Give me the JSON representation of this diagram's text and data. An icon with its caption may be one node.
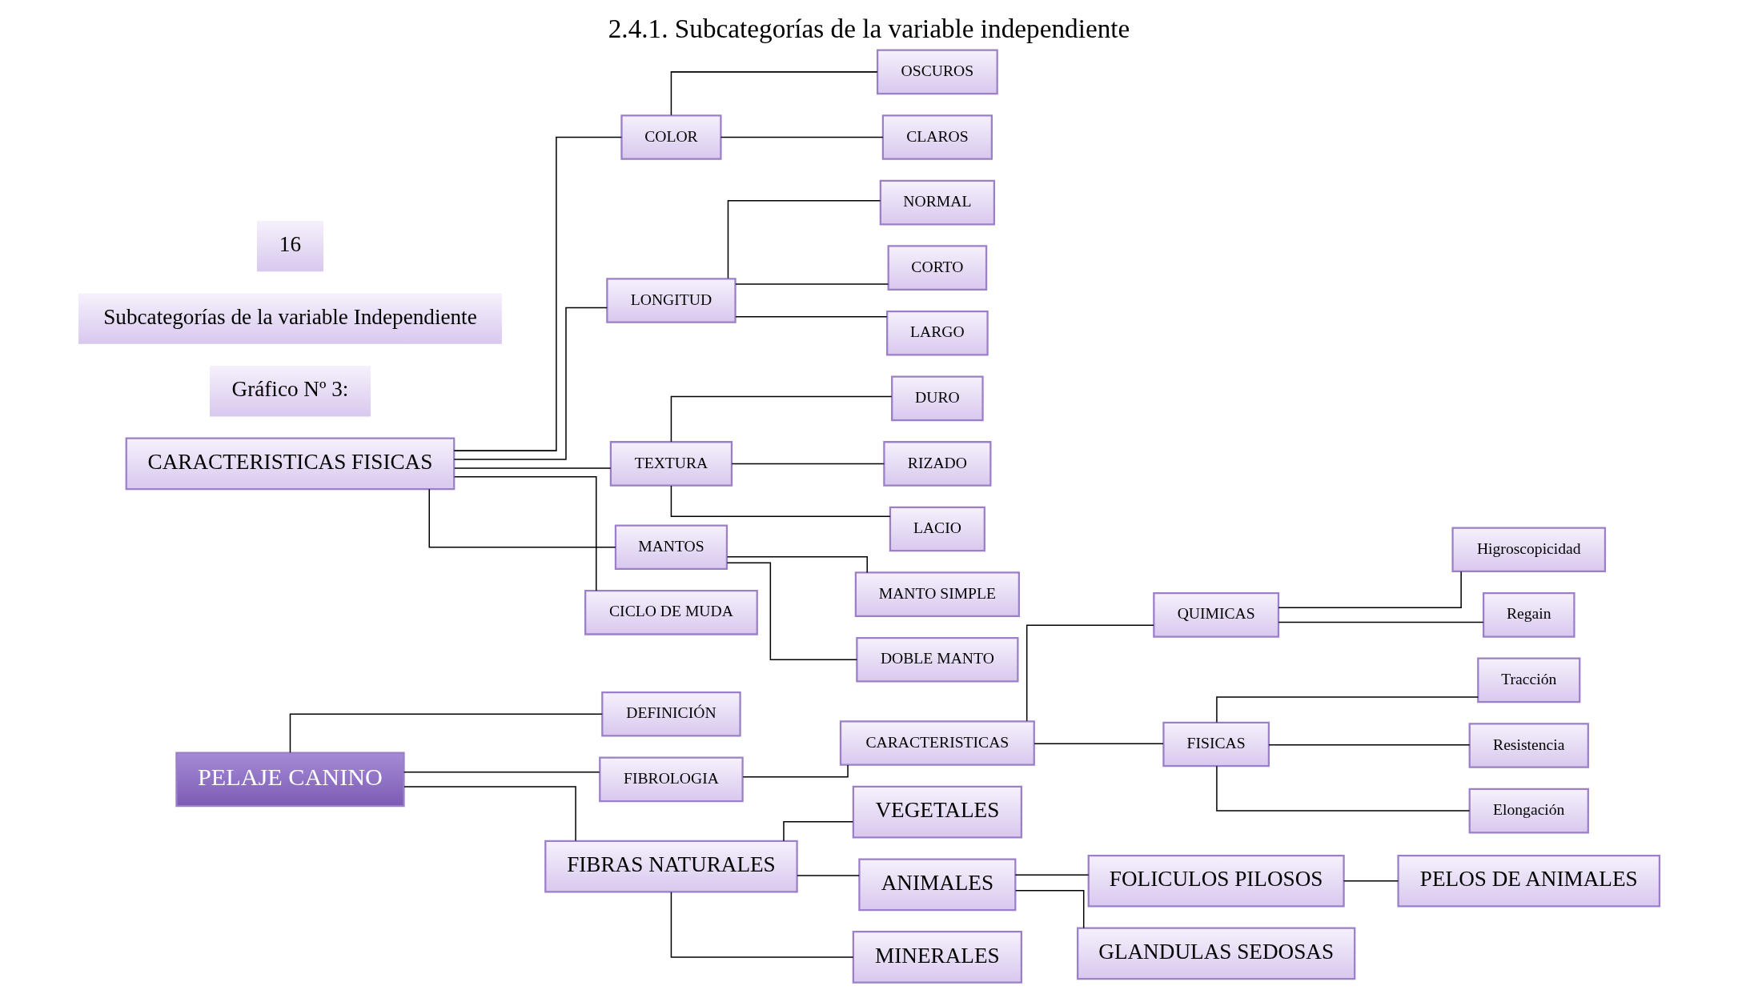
{
  "diagram": {
    "title": "2.4.1. Subcategorías de la variable independiente",
    "nodes": [
      {
        "text": [
          "PELAJE CANINO"
        ]
      },
      {
        "text": [
          "DEFINICIÓN"
        ]
      },
      {
        "text": [
          "FIBROLOGIA"
        ]
      },
      {
        "text": [
          "CARACTERISTICAS"
        ]
      },
      {
        "text": [
          "QUIMICAS"
        ]
      },
      {
        "text": [
          "FISICAS"
        ]
      },
      {
        "text": [
          "Higroscopicidad"
        ]
      },
      {
        "text": [
          "Regain"
        ]
      },
      {
        "text": [
          "Tracción"
        ]
      },
      {
        "text": [
          "Resistencia"
        ]
      },
      {
        "text": [
          "Elongación"
        ]
      },
      {
        "text": [
          "FIBRAS NATURALES"
        ]
      },
      {
        "text": [
          "VEGETALES"
        ]
      },
      {
        "text": [
          "ANIMALES"
        ]
      },
      {
        "text": [
          "MINERALES"
        ]
      },
      {
        "text": [
          "FOLICULOS PILOSOS"
        ]
      },
      {
        "text": [
          "GLANDULAS SEDOSAS"
        ]
      },
      {
        "text": [
          "PELOS DE ANIMALES"
        ]
      },
      {
        "text": [
          "CARACTERISTICAS FISICAS"
        ]
      },
      {
        "text": [
          "COLOR"
        ]
      },
      {
        "text": [
          "OSCUROS"
        ]
      },
      {
        "text": [
          "CLAROS"
        ]
      },
      {
        "text": [
          "LONGITUD"
        ]
      },
      {
        "text": [
          "NORMAL"
        ]
      },
      {
        "text": [
          "CORTO"
        ]
      },
      {
        "text": [
          "LARGO"
        ]
      },
      {
        "text": [
          "TEXTURA"
        ]
      },
      {
        "text": [
          "DURO"
        ]
      },
      {
        "text": [
          "RIZADO"
        ]
      },
      {
        "text": [
          "LACIO"
        ]
      },
      {
        "text": [
          "MANTOS"
        ]
      },
      {
        "text": [
          "MANTO SIMPLE"
        ]
      },
      {
        "text": [
          "DOBLE MANTO"
        ]
      },
      {
        "text": [
          "CICLO DE MUDA"
        ]
      }
    ],
    "edges": [
      {
        "from": 0,
        "to": 1,
        "arrow": "none"
      },
      {
        "from": 0,
        "to": 2,
        "arrow": "none"
      },
      {
        "from": 2,
        "to": 3,
        "arrow": "none"
      },
      {
        "from": 3,
        "to": 4,
        "arrow": "none"
      },
      {
        "from": 3,
        "to": 5,
        "arrow": "none"
      },
      {
        "from": 4,
        "to": 6,
        "arrow": "none"
      },
      {
        "from": 4,
        "to": 7,
        "arrow": "none"
      },
      {
        "from": 5,
        "to": 8,
        "arrow": "none"
      },
      {
        "from": 5,
        "to": 9,
        "arrow": "none"
      },
      {
        "from": 5,
        "to": 10,
        "arrow": "none"
      },
      {
        "from": 0,
        "to": 11,
        "arrow": "none"
      },
      {
        "from": 11,
        "to": 12,
        "arrow": "none"
      },
      {
        "from": 11,
        "to": 13,
        "arrow": "none"
      },
      {
        "from": 11,
        "to": 14,
        "arrow": "none"
      },
      {
        "from": 13,
        "to": 15,
        "arrow": "none"
      },
      {
        "from": 13,
        "to": 16,
        "arrow": "none"
      },
      {
        "from": 15,
        "to": 17,
        "arrow": "none"
      },
      {
        "from": 18,
        "to": 19,
        "arrow": "none"
      },
      {
        "from": 18,
        "to": 22,
        "arrow": "none"
      },
      {
        "from": 18,
        "to": 26,
        "arrow": "none"
      },
      {
        "from": 18,
        "to": 30,
        "arrow": "none"
      },
      {
        "from": 18,
        "to": 33,
        "arrow": "none"
      },
      {
        "from": 19,
        "to": 20,
        "arrow": "none"
      },
      {
        "from": 19,
        "to": 21,
        "arrow": "none"
      },
      {
        "from": 22,
        "to": 23,
        "arrow": "none"
      },
      {
        "from": 22,
        "to": 24,
        "arrow": "none"
      },
      {
        "from": 22,
        "to": 25,
        "arrow": "none"
      },
      {
        "from": 26,
        "to": 27,
        "arrow": "none"
      },
      {
        "from": 26,
        "to": 28,
        "arrow": "none"
      },
      {
        "from": 26,
        "to": 29,
        "arrow": "none"
      },
      {
        "from": 30,
        "to": 31,
        "arrow": "none"
      },
      {
        "from": 30,
        "to": 32,
        "arrow": "none"
      }
    ],
    "labels": [
      "Gráfico Nº 3:",
      "Subcategorías de la variable Independiente",
      "16"
    ]
  }
}
